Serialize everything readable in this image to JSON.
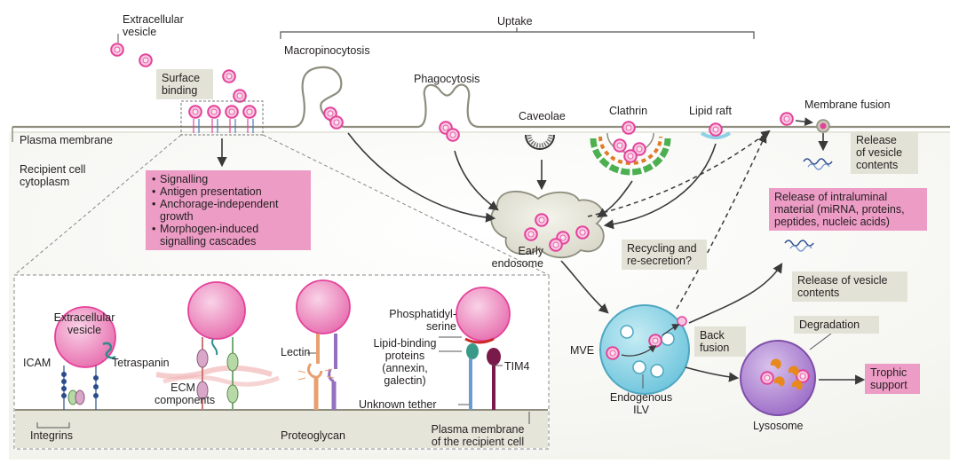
{
  "labels": {
    "extracellular_vesicle": [
      "Extracellular",
      "vesicle"
    ],
    "uptake": "Uptake",
    "macropinocytosis": "Macropinocytosis",
    "phagocytosis": "Phagocytosis",
    "caveolae": "Caveolae",
    "clathrin": "Clathrin",
    "lipid_raft": "Lipid raft",
    "membrane_fusion": "Membrane fusion",
    "plasma_membrane": "Plasma membrane",
    "recipient_cytoplasm": [
      "Recipient cell",
      "cytoplasm"
    ],
    "early_endosome": [
      "Early",
      "endosome"
    ],
    "mve": "MVE",
    "endogenous_ilv": [
      "Endogenous",
      "ILV"
    ],
    "lysosome": "Lysosome",
    "inset_ev": [
      "Extracellular",
      "vesicle"
    ],
    "icam": "ICAM",
    "tetraspanin": "Tetraspanin",
    "integrins": "Integrins",
    "ecm_components": [
      "ECM",
      "components"
    ],
    "lectin": "Lectin",
    "proteoglycan": "Proteoglycan",
    "phosphatidylserine": [
      "Phosphatidyl-",
      "serine"
    ],
    "lipid_binding": [
      "Lipid-binding",
      "proteins",
      "(annexin,",
      "galectin)"
    ],
    "tim4": "TIM4",
    "unknown_tether": "Unknown tether",
    "pm_recipient": [
      "Plasma membrane",
      "of the recipient cell"
    ]
  },
  "boxes": {
    "surface_binding": [
      "Surface",
      "binding"
    ],
    "signalling_items": [
      "Signalling",
      "Antigen presentation",
      "Anchorage-independent growth",
      "Morphogen-induced signalling cascades"
    ],
    "release_contents_top": [
      "Release",
      "of vesicle",
      "contents"
    ],
    "release_intraluminal": [
      "Release of intraluminal",
      "material (miRNA, proteins,",
      "peptides, nucleic acids)"
    ],
    "recycling": [
      "Recycling and",
      "re-secretion?"
    ],
    "release_contents_mid": [
      "Release of vesicle",
      "contents"
    ],
    "back_fusion": [
      "Back",
      "fusion"
    ],
    "degradation": "Degradation",
    "trophic": [
      "Trophic",
      "support"
    ]
  },
  "colors": {
    "membrane_fill": "#e6e5da",
    "membrane_line": "#8e8d7e",
    "vesicle_pink": "#e4429a",
    "vesicle_light": "#f5c0dd",
    "box_pink": "#ec9cc5",
    "box_grey": "#e3e2d6",
    "arrow": "#3a3a3a",
    "mve_fill": "#9fd8e6",
    "lysosome_fill": "#b58bd2",
    "clathrin_green": "#4caf50",
    "clathrin_orange": "#e07b2a"
  }
}
